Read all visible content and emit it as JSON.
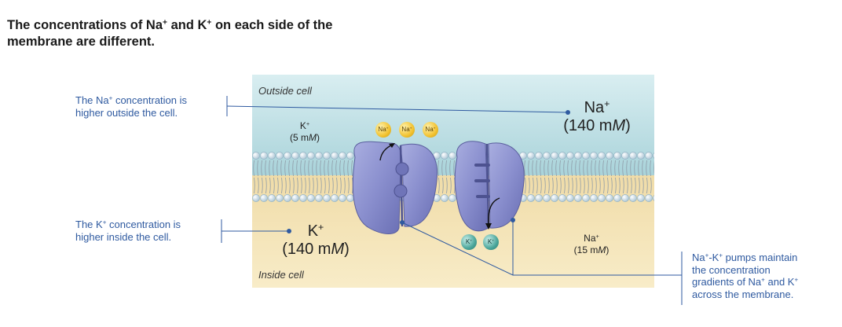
{
  "title": {
    "line1_a": "The concentrations of Na",
    "line1_sup1": "+",
    "line1_b": " and K",
    "line1_sup2": "+",
    "line1_c": " on each side of the",
    "line2": "membrane are different."
  },
  "regions": {
    "outside": "Outside cell",
    "inside": "Inside cell"
  },
  "annotations": {
    "na_outside": {
      "l1_a": "The Na",
      "l1_sup": "+",
      "l1_b": " concentration is",
      "l2": "higher outside the cell."
    },
    "k_inside": {
      "l1_a": "The K",
      "l1_sup": "+",
      "l1_b": " concentration is",
      "l2": "higher inside the cell."
    },
    "pumps": {
      "l1_a": "Na",
      "l1_sup1": "+",
      "l1_b": "-K",
      "l1_sup2": "+",
      "l1_c": " pumps maintain",
      "l2": "the concentration",
      "l3_a": "gradients of Na",
      "l3_sup1": "+",
      "l3_b": " and K",
      "l3_sup2": "+",
      "l4": "across the membrane."
    }
  },
  "ions": {
    "k_out": {
      "symbol": "K",
      "charge": "+",
      "open": "(5 m",
      "unit": "M",
      "close": ")"
    },
    "na_out": {
      "symbol": "Na",
      "charge": "+",
      "open": "(140 m",
      "unit": "M",
      "close": ")"
    },
    "k_in": {
      "symbol": "K",
      "charge": "+",
      "open": "(140 m",
      "unit": "M",
      "close": ")"
    },
    "na_in": {
      "symbol": "Na",
      "charge": "+",
      "open": "(15 m",
      "unit": "M",
      "close": ")"
    }
  },
  "balls": {
    "na_label": "Na",
    "k_label": "K",
    "charge": "+"
  },
  "colors": {
    "outside": "#c3e3e8",
    "inside": "#f4dfa8",
    "pump": "#8a8fce",
    "leader": "#2f5aa0"
  }
}
